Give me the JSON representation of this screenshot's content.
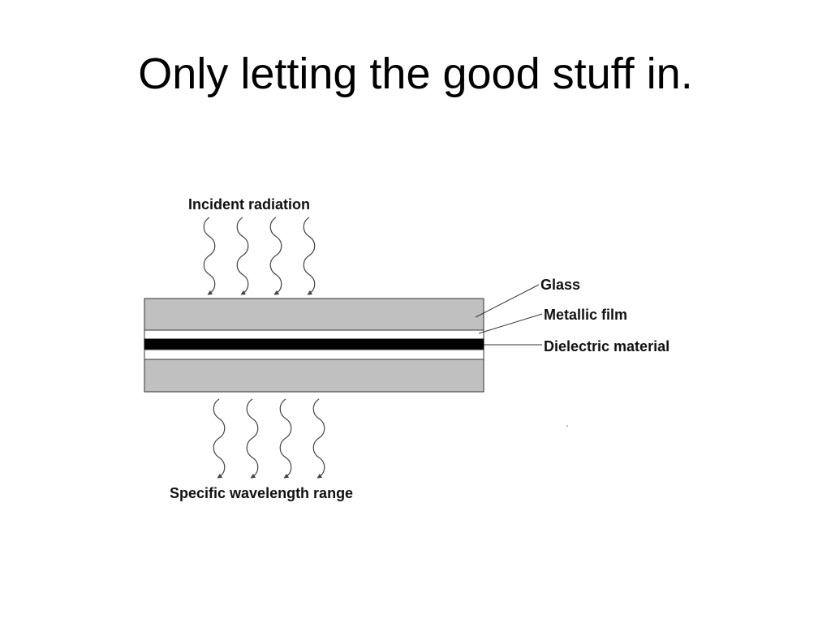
{
  "slide": {
    "title": "Only letting the good stuff in."
  },
  "diagram": {
    "incident_label": "Incident radiation",
    "output_label": "Specific wavelength range",
    "layer_labels": {
      "glass": "Glass",
      "metallic_film": "Metallic film",
      "dielectric": "Dielectric material"
    },
    "colors": {
      "glass": "#c0c0c0",
      "metallic_film": "#ffffff",
      "dielectric": "#000000",
      "outline": "#333333",
      "wave": "#444444"
    },
    "incident_wave_count": 4,
    "output_wave_count": 4
  }
}
